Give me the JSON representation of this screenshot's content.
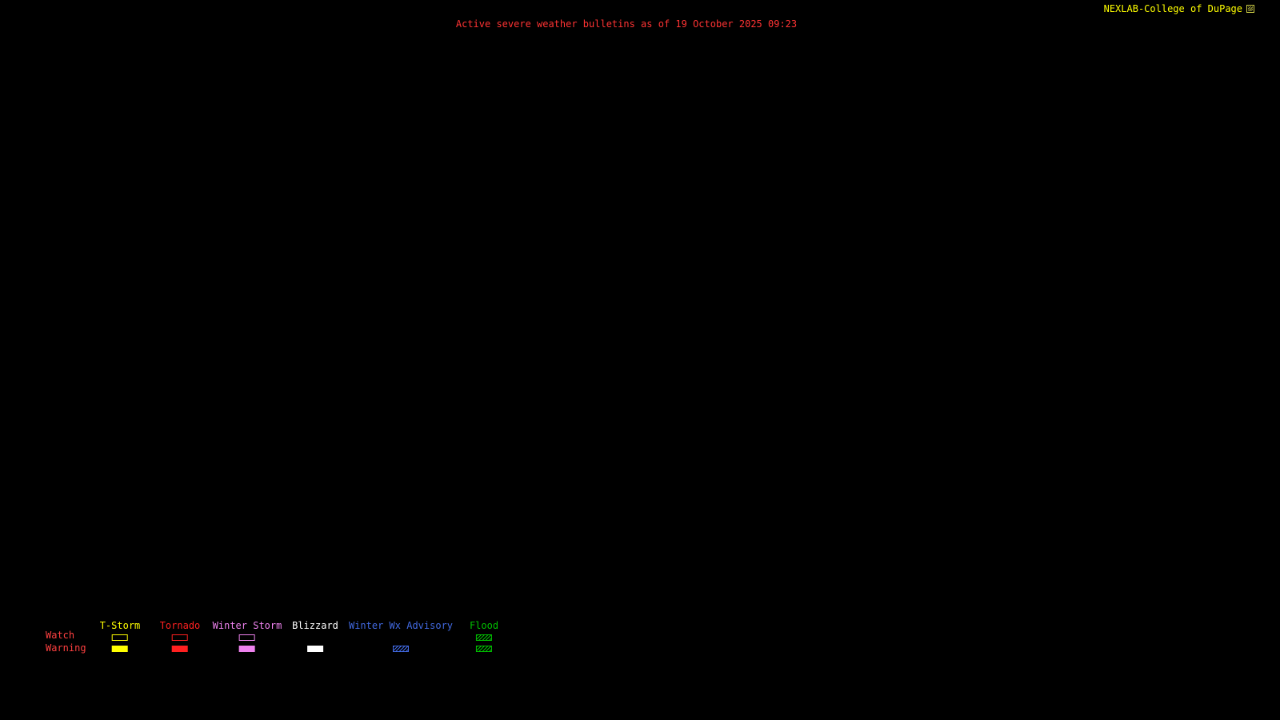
{
  "header": {
    "bulletin_title": "Active severe weather bulletins as of 19 October 2025 09:23",
    "source_label": "NEXLAB-College of DuPage",
    "colors": {
      "bulletin": "#ff3333",
      "source": "#ffff00"
    }
  },
  "map": {
    "background": "#000000",
    "status": "no bulletins displayed"
  },
  "legend": {
    "watch_label": "Watch",
    "warning_label": "Warning",
    "label_color": "#ff4040",
    "columns": [
      {
        "label": "T-Storm",
        "color": "#ffff00",
        "watch": "outline",
        "warning": "filled"
      },
      {
        "label": "Tornado",
        "color": "#ff2020",
        "watch": "outline",
        "warning": "filled"
      },
      {
        "label": "Winter Storm",
        "color": "#ee82ee",
        "watch": "outline",
        "warning": "filled"
      },
      {
        "label": "Blizzard",
        "color": "#ffffff",
        "watch": "none",
        "warning": "filled"
      },
      {
        "label": "Winter Wx Advisory",
        "color": "#4169e1",
        "watch": "none",
        "warning": "hatched"
      },
      {
        "label": "Flood",
        "color": "#00c000",
        "watch": "hatched",
        "warning": "hatched"
      }
    ]
  }
}
